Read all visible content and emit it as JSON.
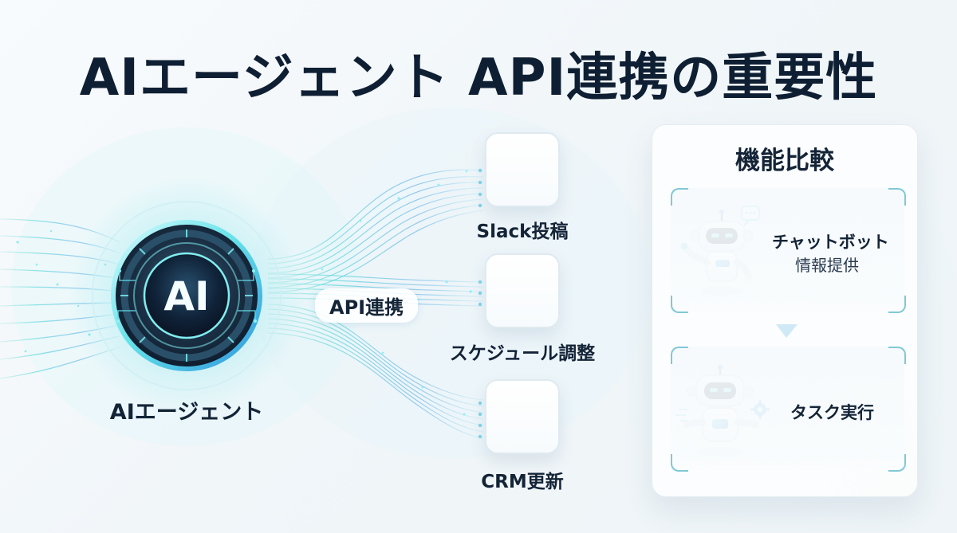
{
  "title": "AIエージェント API連携の重要性",
  "agent": {
    "core_text": "AI",
    "label": "AIエージェント"
  },
  "api_label": "API連携",
  "integrations": [
    {
      "label": "Slack投稿",
      "icon": "chat-bubbles-icon"
    },
    {
      "label": "スケジュール調整",
      "icon": "calendar-icon"
    },
    {
      "label": "CRM更新",
      "icon": "cloud-database-icon"
    }
  ],
  "comparison": {
    "title": "機能比較",
    "cards": [
      {
        "title": "チャットボット",
        "subtitle": "情報提供",
        "icon": "chatbot-robot-icon"
      },
      {
        "title": "タスク実行",
        "subtitle": "",
        "icon": "task-robot-icon"
      }
    ]
  },
  "colors": {
    "text_dark": "#102338",
    "accent_cyan": "#37c8d9",
    "accent_blue": "#2f8edc",
    "accent_green": "#52e3a6",
    "panel_border": "#80c9d6"
  }
}
